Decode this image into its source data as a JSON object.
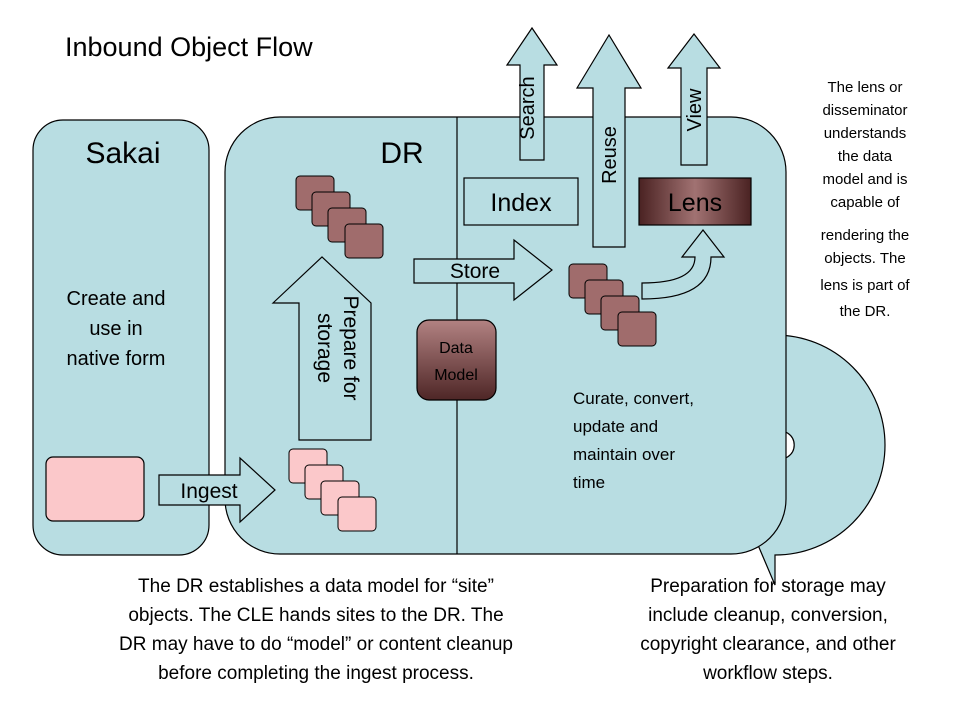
{
  "title": "Inbound Object Flow",
  "sakai": {
    "label": "Sakai",
    "desc_lines": [
      "Create and",
      "use in",
      "native form"
    ]
  },
  "dr": {
    "label": "DR"
  },
  "arrows": {
    "ingest": "Ingest",
    "prepare_lines": [
      "Prepare for",
      "storage"
    ],
    "store": "Store",
    "search": "Search",
    "reuse": "Reuse",
    "view": "View"
  },
  "boxes": {
    "index": "Index",
    "lens": "Lens",
    "data_model_lines": [
      "Data",
      "Model"
    ]
  },
  "curate_lines": [
    "Curate, convert,",
    "update and",
    "maintain over",
    "time"
  ],
  "notes": {
    "lens_lines": [
      "The lens or",
      "disseminator",
      "understands",
      "the data",
      "model and is",
      "capable of",
      "rendering the",
      "objects.  The",
      "lens is part of",
      "the DR."
    ],
    "dr_model_lines": [
      "The DR establishes a data model for “site”",
      "objects.  The CLE hands sites to the DR.  The",
      "DR may have to do “model” or content cleanup",
      "before completing the ingest process."
    ],
    "prep_lines": [
      "Preparation for storage may",
      "include cleanup, conversion,",
      "copyright clearance, and other",
      "workflow steps."
    ]
  },
  "colors": {
    "panel": "#b8dde2",
    "object_dark": "#a06c6c",
    "object_light": "#fbc8ca",
    "box_dark": "#6b3a3a"
  }
}
